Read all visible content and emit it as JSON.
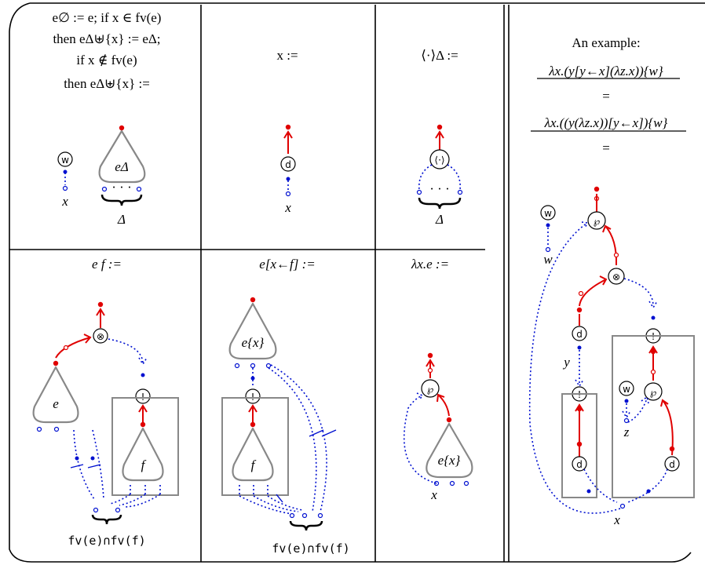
{
  "cells": {
    "c1": {
      "line1": "e∅ := e; if x ∈ fv(e)",
      "line2": "then eΔ⊎{x} := eΔ;",
      "line3": "if x ∉ fv(e)",
      "line4": "then eΔ⊎{x} :=",
      "var": "x",
      "node": "w",
      "tri": "eΔ",
      "dots": "· · ·",
      "brace_label": "Δ"
    },
    "c2": {
      "header": "x :=",
      "node": "d",
      "var": "x"
    },
    "c3": {
      "header": "⟨·⟩Δ :=",
      "node": "⟨·⟩",
      "dots": "· · ·",
      "brace_label": "Δ"
    },
    "c4": {
      "header": "e f :=",
      "node_top": "⊗",
      "node_bang": "!",
      "tri_e": "e",
      "tri_f": "f",
      "footer": "fv(e)∩fv(f)"
    },
    "c5": {
      "header": "e[x←f] :=",
      "node_bang": "!",
      "tri_e": "e{x}",
      "tri_f": "f",
      "footer": "fv(e)∩fv(f)"
    },
    "c6": {
      "header": "λx.e :=",
      "node": "℘",
      "tri": "e{x}",
      "var": "x"
    },
    "c7": {
      "line1": "An example:",
      "line2": "λx.(y[y←x](λz.x)){w}",
      "eq1": "=",
      "line3": "λx.((y(λz.x))[y←x]){w}",
      "eq2": "=",
      "w_label": "w",
      "y_label": "y",
      "z_label": "z",
      "x_label": "x",
      "n_w1": "w",
      "n_w2": "w",
      "n_lam1": "℘",
      "n_lam2": "℘",
      "n_app": "⊗",
      "n_bang1": "!",
      "n_bang2": "!",
      "n_d1": "d",
      "n_d2": "d",
      "n_d3": "d"
    }
  },
  "colors": {
    "red": "#e00000",
    "blue": "#0010d0",
    "gray": "#888888"
  }
}
